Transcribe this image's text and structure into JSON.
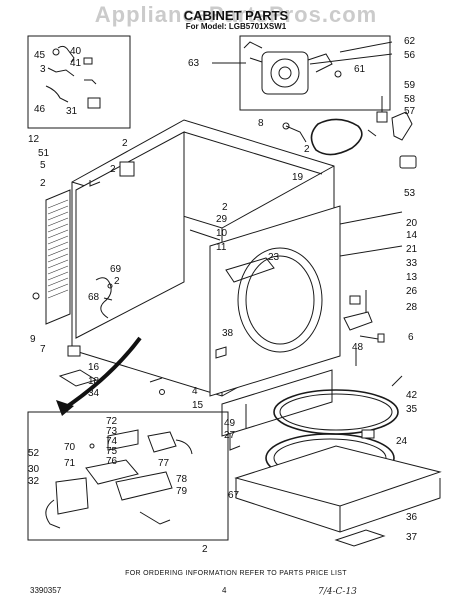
{
  "header": {
    "watermark": "AppliancePartsPros.com",
    "title": "CABINET PARTS",
    "subtitle": "For Model: LGB5701XSW1"
  },
  "footer": {
    "note": "FOR ORDERING INFORMATION REFER TO PARTS PRICE LIST",
    "part_number": "3390357",
    "page_number": "4",
    "handwritten": "7/4-C-13"
  },
  "callouts": {
    "c45": "45",
    "c40": "40",
    "c3": "3",
    "c41": "41",
    "c46": "46",
    "c31": "31",
    "c12": "12",
    "c51": "51",
    "c5": "5",
    "c2a": "2",
    "c2b": "2",
    "c2c": "2",
    "c62": "62",
    "c56": "56",
    "c63": "63",
    "c61": "61",
    "c8": "8",
    "c2d": "2",
    "c59": "59",
    "c58": "58",
    "c57": "57",
    "c53": "53",
    "c19": "19",
    "c2e": "2",
    "c29": "29",
    "c10": "10",
    "c11": "11",
    "c20": "20",
    "c14": "14",
    "c21": "21",
    "c33": "33",
    "c13": "13",
    "c26": "26",
    "c28": "28",
    "c6": "6",
    "c23": "23",
    "c69": "69",
    "c2f": "2",
    "c68": "68",
    "c38": "38",
    "c9": "9",
    "c7": "7",
    "c16": "16",
    "c18": "18",
    "c34": "34",
    "c4": "4",
    "c15": "15",
    "c48": "48",
    "c42": "42",
    "c35": "35",
    "c24": "24",
    "c49": "49",
    "c27": "27",
    "c67": "67",
    "c36": "36",
    "c37": "37",
    "c2g": "2",
    "c72": "72",
    "c73": "73",
    "c74": "74",
    "c75": "75",
    "c76": "76",
    "c77": "77",
    "c78": "78",
    "c79": "79",
    "c52": "52",
    "c70": "70",
    "c71": "71",
    "c30": "30",
    "c32": "32"
  }
}
